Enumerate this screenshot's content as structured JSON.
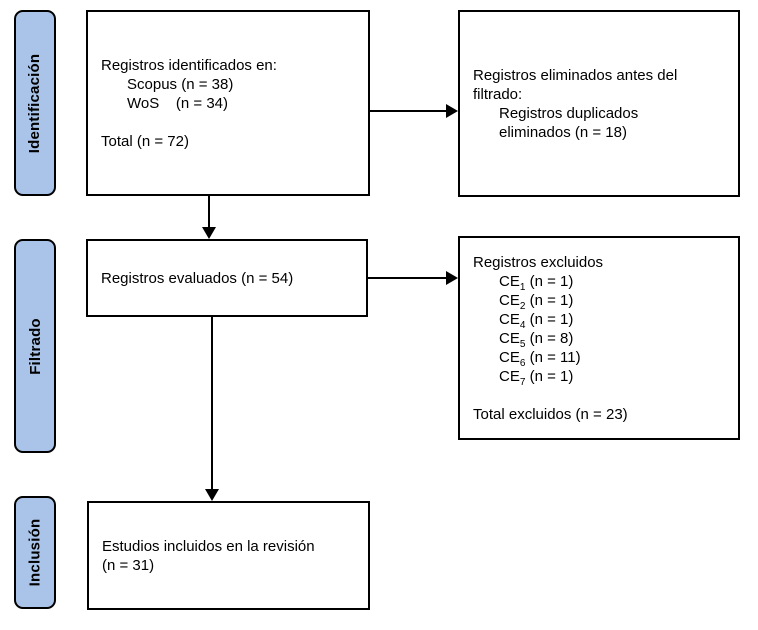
{
  "colors": {
    "stage_fill": "#a9c4e8",
    "border": "#000000",
    "background": "#ffffff"
  },
  "stages": {
    "identification": {
      "label": "Identificación"
    },
    "screening": {
      "label": "Filtrado"
    },
    "inclusion": {
      "label": "Inclusión"
    }
  },
  "boxes": {
    "identified": {
      "lines": [
        {
          "text": "Registros identificados en:"
        },
        {
          "text": "Scopus (n = 38)",
          "indent": 1
        },
        {
          "text": "WoS    (n = 34)",
          "indent": 1
        },
        {
          "text": ""
        },
        {
          "text": "Total (n = 72)"
        }
      ]
    },
    "removed": {
      "lines": [
        {
          "text": "Registros eliminados antes del"
        },
        {
          "text": "filtrado:"
        },
        {
          "text": "Registros duplicados",
          "indent": 1
        },
        {
          "text": "eliminados (n = 18)",
          "indent": 1
        }
      ]
    },
    "screened": {
      "lines": [
        {
          "text": "Registros evaluados (n = 54)"
        }
      ]
    },
    "excluded": {
      "lines": [
        {
          "text": "Registros excluidos"
        },
        {
          "indent": 1,
          "spans": [
            {
              "text": "CE"
            },
            {
              "text": "1",
              "sub": true
            },
            {
              "text": " (n = 1)"
            }
          ]
        },
        {
          "indent": 1,
          "spans": [
            {
              "text": "CE"
            },
            {
              "text": "2",
              "sub": true
            },
            {
              "text": " (n = 1)"
            }
          ]
        },
        {
          "indent": 1,
          "spans": [
            {
              "text": "CE"
            },
            {
              "text": "4",
              "sub": true
            },
            {
              "text": " (n = 1)"
            }
          ]
        },
        {
          "indent": 1,
          "spans": [
            {
              "text": "CE"
            },
            {
              "text": "5",
              "sub": true
            },
            {
              "text": " (n = 8)"
            }
          ]
        },
        {
          "indent": 1,
          "spans": [
            {
              "text": "CE"
            },
            {
              "text": "6",
              "sub": true
            },
            {
              "text": " (n = 11)"
            }
          ]
        },
        {
          "indent": 1,
          "spans": [
            {
              "text": "CE"
            },
            {
              "text": "7",
              "sub": true
            },
            {
              "text": " (n = 1)"
            }
          ]
        },
        {
          "text": ""
        },
        {
          "text": "Total excluidos (n = 23)"
        }
      ]
    },
    "included": {
      "lines": [
        {
          "text": "Estudios incluidos en la revisión"
        },
        {
          "text": "(n = 31)"
        }
      ]
    }
  }
}
